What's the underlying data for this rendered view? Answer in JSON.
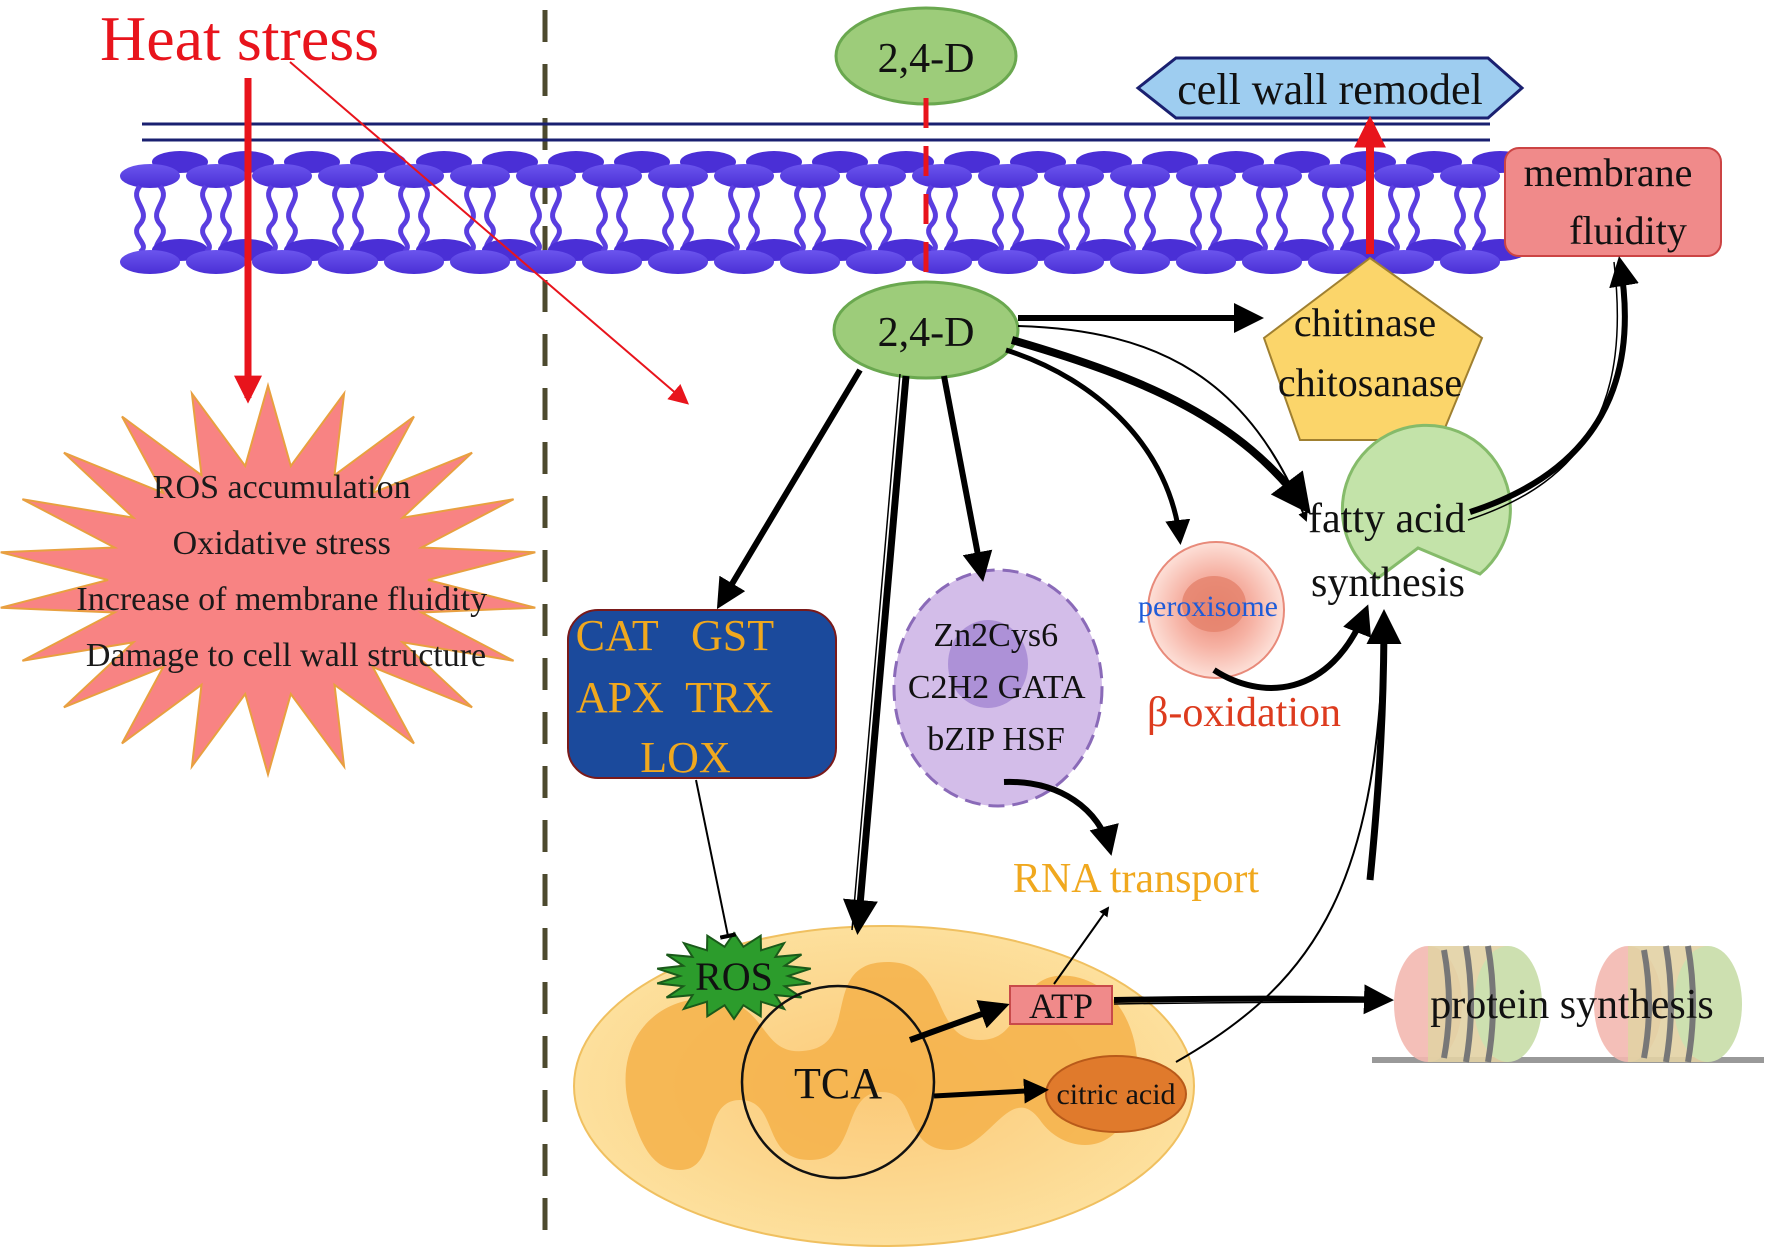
{
  "heat_stress": {
    "title": "Heat stress",
    "effects": [
      "ROS accumulation",
      "Oxidative stress",
      "Increase of membrane fluidity",
      "Damage to cell wall structure"
    ]
  },
  "membrane": {
    "outside_24d": "2,4-D",
    "inside_24d": "2,4-D",
    "cell_wall_remodel": "cell wall remodel",
    "membrane_fluidity": [
      "membrane",
      "fluidity"
    ]
  },
  "enzymes": {
    "chitinase": [
      "chitinase",
      "chitosanase"
    ],
    "antioxidant": [
      "CAT   GST",
      "APX  TRX",
      "LOX"
    ]
  },
  "transcription_factors": [
    "Zn2Cys6",
    "C2H2 GATA",
    "bZIP HSF"
  ],
  "metabolism": {
    "peroxisome": "peroxisome",
    "beta_oxidation": "β-oxidation",
    "fatty_acid_synthesis": [
      "fatty acid",
      "synthesis"
    ],
    "rna_transport": "RNA transport",
    "ros": "ROS",
    "tca": "TCA",
    "atp": "ATP",
    "citric_acid": "citric acid",
    "protein_synthesis": "protein synthesis"
  },
  "colors": {
    "heat_red": "#e8141c",
    "lipid_purple": "#5a3ee0",
    "green_node": "#9dcc7a",
    "antioxidant_box": "#1b4a9c",
    "gold_text": "#f0a81e",
    "mito_fill": "#fbd98c",
    "membrane_box": "#f08a8a",
    "cell_wall_box": "#9ecdf0",
    "pentagon": "#fbd56a",
    "tf_purple": "#d3bde9",
    "peroxisome_pink": "#f5a99a",
    "beta_red": "#dd3b1e",
    "peroxisome_blue": "#1e5bd8"
  }
}
